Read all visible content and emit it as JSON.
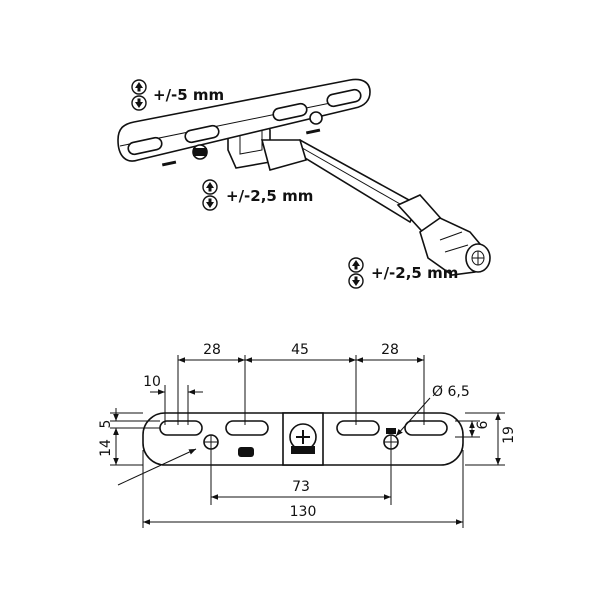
{
  "adjustments": [
    {
      "label": "+/-5 mm",
      "icon": "up-down-arrows-icon"
    },
    {
      "label": "+/-2,5 mm",
      "icon": "up-down-arrows-icon"
    },
    {
      "label": "+/-2,5 mm",
      "icon": "up-down-arrows-icon"
    }
  ],
  "dimensions": {
    "top_left": "28",
    "top_center": "45",
    "top_right": "28",
    "slot_width": "10",
    "hole_diameter": "Ø 6,5",
    "slot_offset": "5",
    "hole_offset": "14",
    "right_offset": "6",
    "height": "19",
    "hole_spacing": "73",
    "total_length": "130"
  },
  "colors": {
    "line": "#111111",
    "background": "#ffffff"
  }
}
